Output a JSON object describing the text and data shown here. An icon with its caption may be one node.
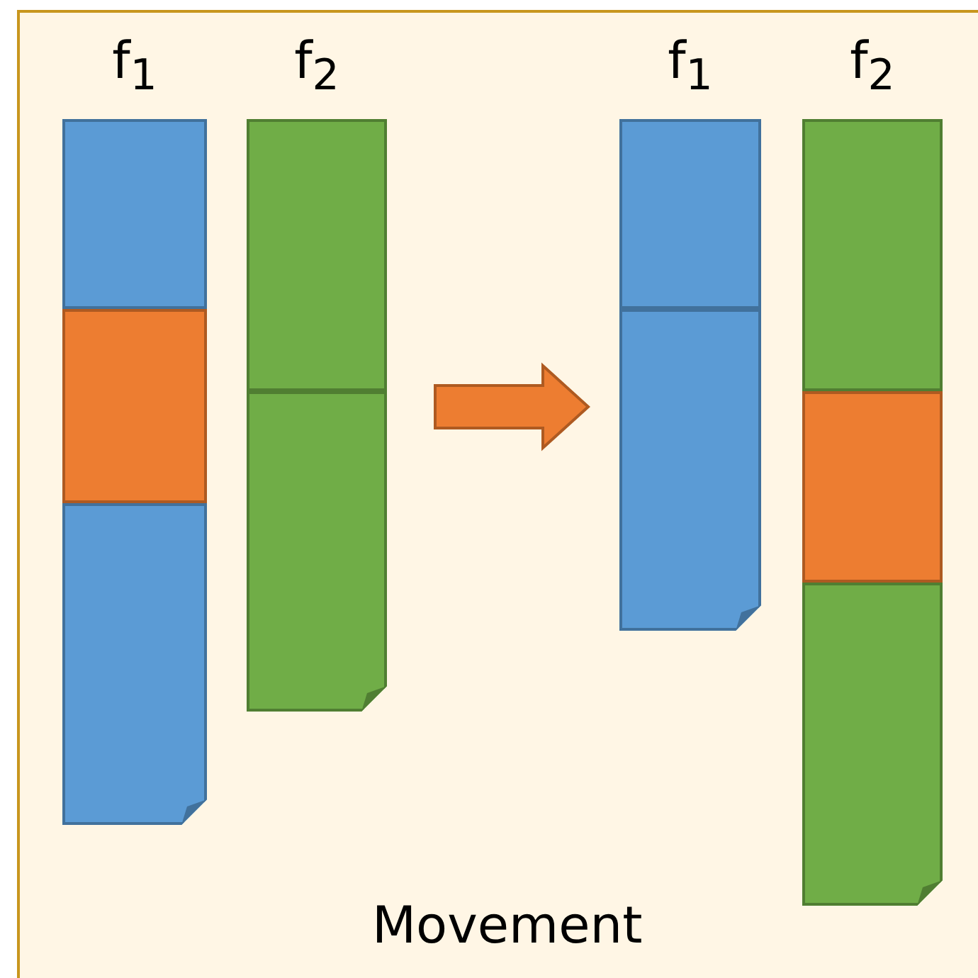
{
  "diagram": {
    "caption": "Movement",
    "nodes": [
      {
        "text": [
          "f$_{1}$"
        ]
      },
      {
        "text": [],
        "shape": "box",
        "in": 0
      },
      {
        "text": [],
        "shape": "box",
        "in": 0
      },
      {
        "text": [],
        "shape": "box",
        "in": 0
      },
      {
        "text": [
          "f$_{2}$"
        ]
      },
      {
        "text": [],
        "shape": "box",
        "in": 4
      },
      {
        "text": [],
        "shape": "box",
        "in": 4
      },
      {
        "text": [
          "f$_{1}$"
        ]
      },
      {
        "text": [],
        "shape": "box",
        "in": 7
      },
      {
        "text": [],
        "shape": "box",
        "in": 7
      },
      {
        "text": [
          "f$_{2}$"
        ]
      },
      {
        "text": [],
        "shape": "box",
        "in": 10
      },
      {
        "text": [],
        "shape": "box",
        "in": 10
      },
      {
        "text": [],
        "shape": "box",
        "in": 10
      }
    ],
    "edges": [
      {
        "from": 4,
        "to": 7,
        "arrow": "to"
      }
    ]
  }
}
